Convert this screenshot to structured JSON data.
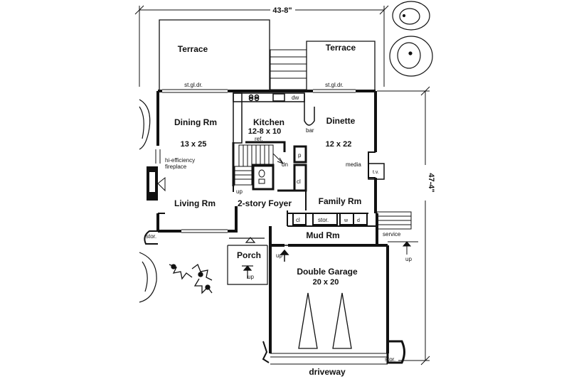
{
  "dimensions": {
    "overall_width": "43-8\"",
    "overall_depth": "47-4\""
  },
  "rooms": {
    "terrace_left": "Terrace",
    "terrace_right": "Terrace",
    "dining": {
      "name": "Dining Rm",
      "size": "13 x 25"
    },
    "kitchen": {
      "name": "Kitchen",
      "size": "12-8 x 10"
    },
    "dinette": {
      "name": "Dinette",
      "size": "12 x 22"
    },
    "living": "Living Rm",
    "foyer": "2-story Foyer",
    "family": "Family Rm",
    "mud": "Mud Rm",
    "porch": "Porch",
    "garage": {
      "name": "Double Garage",
      "size": "20 x 20"
    }
  },
  "annotations": {
    "sliding_door_left": "st.gl.dr.",
    "sliding_door_right": "st.gl.dr.",
    "dishwasher": "dw",
    "bar": "bar",
    "refrigerator": "ref.",
    "down": "dn",
    "pantry": "p",
    "closet_1": "cl",
    "closet_2": "cl",
    "fireplace": "hi-efficiency fireplace",
    "media": "media",
    "tv": "t.v.",
    "storage_left": "stor.",
    "storage_mud": "stor.",
    "storage_garage": "stor.",
    "washer": "w",
    "dryer": "d",
    "service": "service",
    "up_stair": "up",
    "up_porch": "up",
    "up_service": "up",
    "up_garage": "up",
    "driveway": "driveway"
  }
}
